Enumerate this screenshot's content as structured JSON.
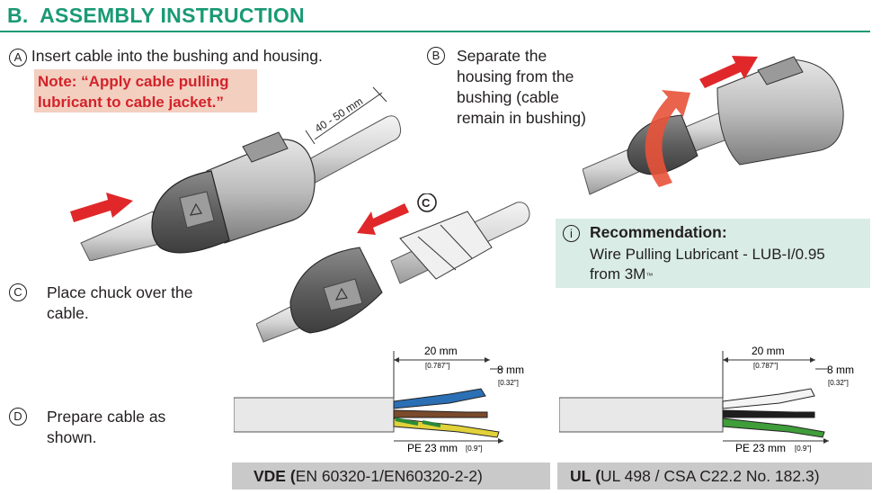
{
  "header": {
    "letter": "B.",
    "title": "ASSEMBLY INSTRUCTION"
  },
  "steps": {
    "a": {
      "marker": "A",
      "text": "Insert cable into the bushing and housing."
    },
    "b": {
      "marker": "B",
      "lines": [
        "Separate the",
        "housing from the",
        "bushing (cable",
        "remain in bushing)"
      ]
    },
    "c": {
      "marker": "C",
      "lines": [
        "Place chuck over the",
        "cable."
      ]
    },
    "d": {
      "marker": "D",
      "lines": [
        "Prepare cable as",
        "shown."
      ]
    }
  },
  "note": {
    "line1": "Note: “Apply cable pulling",
    "line2": "lubricant to cable jacket.”"
  },
  "recommendation": {
    "icon": "info-icon",
    "icon_glyph": "i",
    "title": "Recommendation:",
    "line1": "Wire Pulling Lubricant - LUB-I/0.95",
    "line2": "from 3M",
    "trademark": "™"
  },
  "figure_a": {
    "dimension": "40 - 50 mm"
  },
  "figure_c": {
    "marker": "C"
  },
  "cable_vde": {
    "strip_length": "20 mm",
    "strip_length_in": "[0.787\"]",
    "tip_length": "8 mm",
    "tip_length_in": "[0.32\"]",
    "pe_length": "PE 23 mm",
    "pe_length_in": "[0.9\"]"
  },
  "cable_ul": {
    "strip_length": "20 mm",
    "strip_length_in": "[0.787\"]",
    "tip_length": "8 mm",
    "tip_length_in": "[0.32\"]",
    "pe_length": "PE 23 mm",
    "pe_length_in": "[0.9\"]"
  },
  "standards": {
    "vde": {
      "code": "VDE",
      "open": "(",
      "text": "EN 60320-1/EN60320-2-2)"
    },
    "ul": {
      "code": "UL",
      "open": "(",
      "text": "UL 498 / CSA C22.2 No. 182.3)"
    }
  },
  "colors": {
    "heading_green": "#1a9a74",
    "note_red": "#d3222a",
    "note_bg": "#f3cfc0",
    "recommend_bg": "#d9ece6",
    "arrow_red": "#e0282a",
    "standards_bar": "#c9c9c9"
  }
}
